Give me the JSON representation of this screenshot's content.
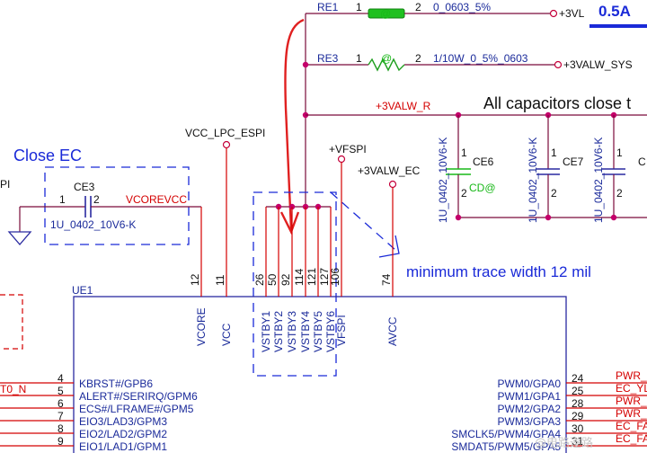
{
  "chip": {
    "ref": "UE1",
    "top_pins": [
      {
        "num": "12",
        "name": "VCORE"
      },
      {
        "num": "11",
        "name": "VCC"
      },
      {
        "num": "26",
        "name": "VSTBY1"
      },
      {
        "num": "50",
        "name": "VSTBY2"
      },
      {
        "num": "92",
        "name": "VSTBY3"
      },
      {
        "num": "114",
        "name": "VSTBY4"
      },
      {
        "num": "121",
        "name": "VSTBY5"
      },
      {
        "num": "127",
        "name": "VSTBY6"
      },
      {
        "num": "106",
        "name": "VFSPI"
      },
      {
        "num": "74",
        "name": "AVCC"
      }
    ],
    "left_pins": [
      {
        "num": "4",
        "name": "KBRST#/GPB6",
        "net": "T0_N"
      },
      {
        "num": "5",
        "name": "ALERT#/SERIRQ/GPM6",
        "net": ""
      },
      {
        "num": "6",
        "name": "ECS#/LFRAME#/GPM5",
        "net": ""
      },
      {
        "num": "7",
        "name": "EIO3/LAD3/GPM3",
        "net": ""
      },
      {
        "num": "8",
        "name": "EIO2/LAD2/GPM2",
        "net": ""
      },
      {
        "num": "9",
        "name": "EIO1/LAD1/GPM1",
        "net": ""
      }
    ],
    "right_pins": [
      {
        "num": "24",
        "name": "PWM0/GPA0",
        "net": "PWR_"
      },
      {
        "num": "25",
        "name": "PWM1/GPA1",
        "net": "EC_YL"
      },
      {
        "num": "28",
        "name": "PWM2/GPA2",
        "net": "PWR_"
      },
      {
        "num": "29",
        "name": "PWM3/GPA3",
        "net": "PWR_"
      },
      {
        "num": "30",
        "name": "SMCLK5/PWM4/GPA4",
        "net": "EC_FA"
      },
      {
        "num": "31",
        "name": "SMDAT5/PWM5/GPA5",
        "net": "EC_FA"
      }
    ]
  },
  "resistors": {
    "re1": {
      "ref": "RE1",
      "pin1": "1",
      "pin2": "2",
      "value": "0_0603_5%",
      "net": "+3VL"
    },
    "re3": {
      "ref": "RE3",
      "pin1": "1",
      "pin2": "2",
      "value": "1/10W_0_5%_0603",
      "net": "+3VALW_SYS"
    }
  },
  "capacitors": {
    "ce3": {
      "ref": "CE3",
      "pin1": "1",
      "pin2": "2",
      "value": "1U_0402_10V6-K"
    },
    "ce6": {
      "ref": "CE6",
      "pin1": "1",
      "pin2": "2",
      "value": "1U_0402_10V6-K",
      "marker": "CD@"
    },
    "ce7": {
      "ref": "CE7",
      "pin1": "1",
      "pin2": "2",
      "value": "1U_0402_10V6-K"
    },
    "ce8": {
      "ref": "C",
      "pin1": "1",
      "pin2": "2",
      "value": "1U_0402_10V6-K"
    }
  },
  "nets": {
    "vcorevcc": "VCOREVCC",
    "vcc_lpc_espi": "VCC_LPC_ESPI",
    "vfspi": "+VFSPI",
    "avcc": "+3VALW_EC",
    "valw_r": "+3VALW_R",
    "left_cut": "PI"
  },
  "annotations": {
    "current": "0.5A",
    "close_ec": "Close EC",
    "caps_close": "All capacitors close t",
    "min_trace": "minimum trace width 12 mil",
    "watermark": "@电路遂路"
  },
  "colors": {
    "wire": "#7a0a3a",
    "pin": "#d40000",
    "body": "#2a2aa0",
    "annotation": "#1a2ad8",
    "highlight": "#e02020",
    "green": "#18b818"
  }
}
